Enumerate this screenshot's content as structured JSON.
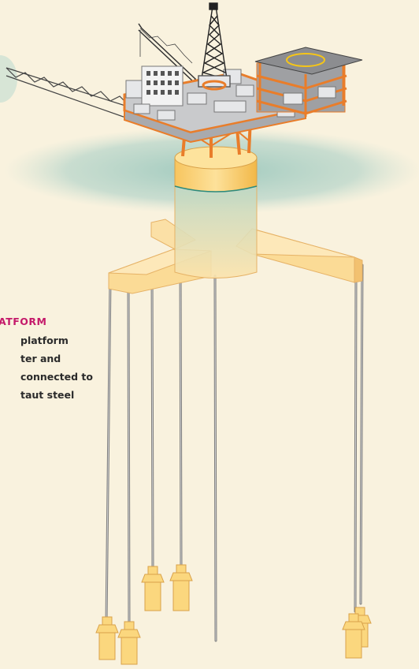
{
  "caption": {
    "title": "ATFORM",
    "lines": [
      "platform",
      "ter and",
      "connected to",
      "taut steel"
    ]
  },
  "colors": {
    "background": "#f9f2de",
    "sea": "#a9cfc6",
    "hull": "#fbd77e",
    "steel": "#e97d2a",
    "accent": "#c4196a"
  }
}
